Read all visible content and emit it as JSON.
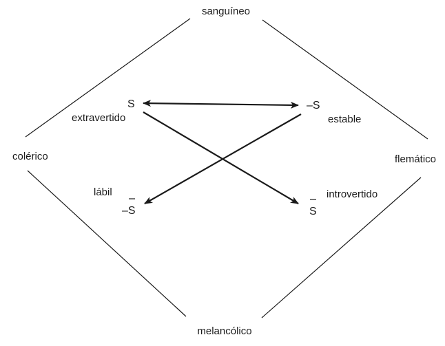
{
  "temperaments": {
    "top": "sanguíneo",
    "left": "colérico",
    "right": "flemático",
    "bottom": "melancólico"
  },
  "nodes": {
    "s": "S",
    "neg_s": "–S",
    "s_bar": "S",
    "neg_s_bar": "–S"
  },
  "traits": {
    "extravertido": "extravertido",
    "estable": "estable",
    "labil": "lábil",
    "introvertido": "introvertido"
  }
}
